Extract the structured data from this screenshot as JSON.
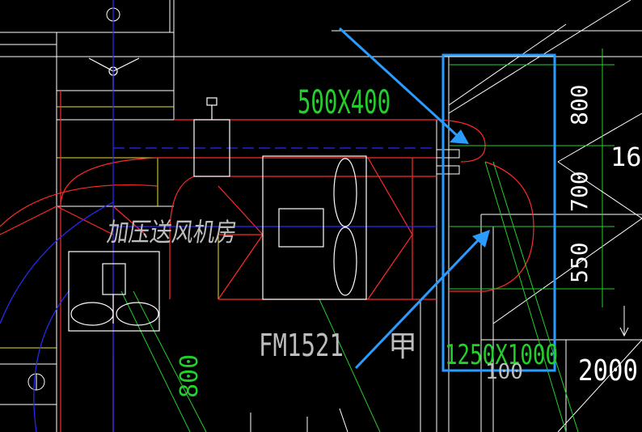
{
  "drawing": {
    "background": "#000000",
    "colors": {
      "white": "#ffffff",
      "red": "#ff2a2a",
      "green": "#22d02a",
      "yellow": "#e8e23a",
      "blue": "#2a2aff",
      "highlight": "#2a9cff",
      "grey": "#bdbdbd"
    },
    "labels": {
      "duct_size_top": "500X400",
      "room_name": "加压送风机房",
      "door_tag": "FM1521",
      "door_suffix": "甲",
      "duct_size_bottom": "1250X1000",
      "dim_800": "800",
      "dim_700": "700",
      "dim_550": "550",
      "dim_2000": "2000",
      "dim_100": "100",
      "level_16": "16.",
      "vertical_800": "800"
    }
  }
}
